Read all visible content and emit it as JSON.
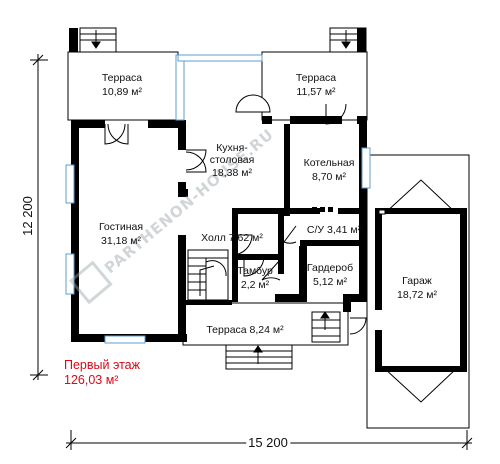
{
  "plan": {
    "floor_title": "Первый этаж",
    "floor_area": "126,03 м²",
    "dim_width": "15 200",
    "dim_depth": "12 200",
    "watermark": "PARTHENON-HOUSE.RU",
    "wall_color": "#000000",
    "window_color": "#5b9fd6",
    "accent_color": "#e30613",
    "rooms": [
      {
        "name": "Терраса",
        "area": "10,89 м²"
      },
      {
        "name": "Терраса",
        "area": "11,57 м²"
      },
      {
        "name": "Кухня-",
        "name2": "столовая",
        "area": "18,38 м²"
      },
      {
        "name": "Котельная",
        "area": "8,70 м²"
      },
      {
        "name": "Гостиная",
        "area": "31,18 м²"
      },
      {
        "name": "Холл 7,62 м²"
      },
      {
        "name": "С/У 3,41 м²"
      },
      {
        "name": "Тамбур",
        "area": "2,2 м²"
      },
      {
        "name": "Гардероб",
        "area": "5,12 м²"
      },
      {
        "name": "Гараж",
        "area": "18,72 м²"
      },
      {
        "name": "Терраса 8,24 м²"
      }
    ]
  }
}
